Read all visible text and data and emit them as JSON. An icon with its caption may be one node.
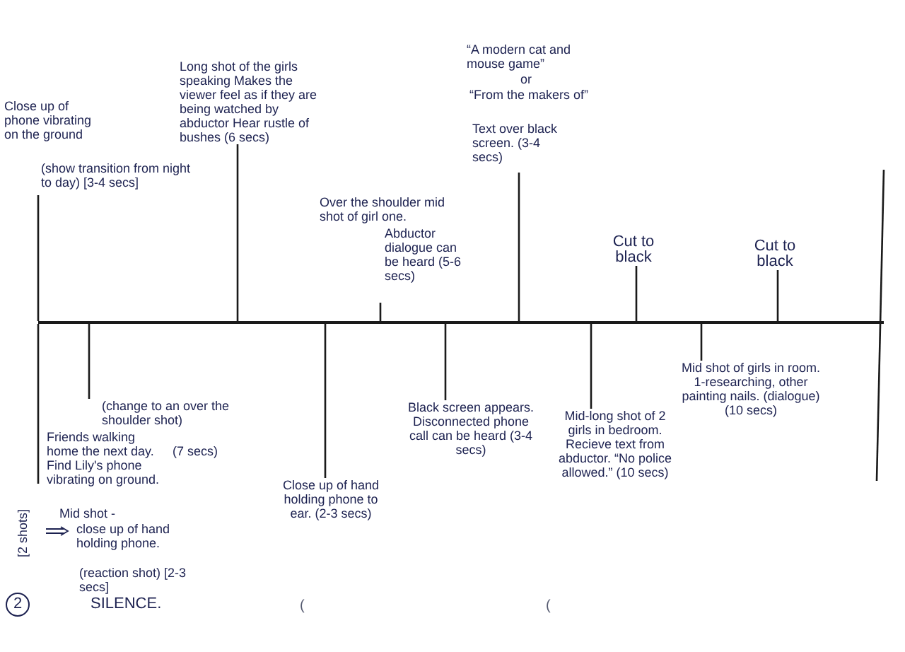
{
  "diagram": {
    "nodes": [
      {
        "text": [
          "Close up of phone vibrating on the ground",
          "(show transition from night to day) [3-4 secs]"
        ]
      },
      {
        "text": [
          "Long shot of the girls speaking Makes the viewer feel as if they are being watched by abductor Hear rustle of bushes (6 secs)"
        ]
      },
      {
        "text": [
          "Over the shoulder mid shot of girl one.",
          "Abductor dialogue can be heard (5-6 secs)"
        ]
      },
      {
        "text": [
          "“A modern cat and mouse game”",
          "or",
          "“From the makers of”",
          "Text over black screen. (3-4 secs)"
        ]
      },
      {
        "text": [
          "Cut to black"
        ]
      },
      {
        "text": [
          "Cut to black"
        ]
      },
      {
        "text": [],
        "shape": "bar"
      },
      {
        "text": [
          "(change to an over the shoulder shot)",
          "Friends walking home the next day. Find Lily's phone vibrating on ground.",
          "(7 secs)",
          "Mid shot -",
          "close up of hand holding phone.",
          "(reaction shot) [2-3 secs]",
          "SILENCE."
        ],
        "beside": [
          "[2 shots]"
        ]
      },
      {
        "text": [
          "Close up of hand holding phone to ear. (2-3 secs)"
        ]
      },
      {
        "text": [
          "Black screen appears. Disconnected phone call can be heard (3-4 secs)"
        ]
      },
      {
        "text": [
          "Mid-long shot of 2 girls in bedroom. Recieve text from abductor. “No police allowed.” (10 secs)"
        ]
      },
      {
        "text": [
          "Mid shot of girls in room. 1-researching, other painting nails. (dialogue) (10 secs)"
        ]
      },
      {
        "text": [
          "2"
        ]
      }
    ],
    "edges": [
      {
        "from": 6,
        "to": 0,
        "arrow": "none"
      },
      {
        "from": 6,
        "to": 1,
        "arrow": "none"
      },
      {
        "from": 6,
        "to": 2,
        "arrow": "none"
      },
      {
        "from": 6,
        "to": 3,
        "arrow": "none"
      },
      {
        "from": 6,
        "to": 4,
        "arrow": "none"
      },
      {
        "from": 6,
        "to": 5,
        "arrow": "none"
      },
      {
        "from": 6,
        "to": 7,
        "arrow": "none"
      },
      {
        "from": 6,
        "to": 8,
        "arrow": "none"
      },
      {
        "from": 6,
        "to": 9,
        "arrow": "none"
      },
      {
        "from": 6,
        "to": 10,
        "arrow": "none"
      },
      {
        "from": 6,
        "to": 11,
        "arrow": "none"
      }
    ],
    "labels": [
      "(",
      "("
    ]
  }
}
